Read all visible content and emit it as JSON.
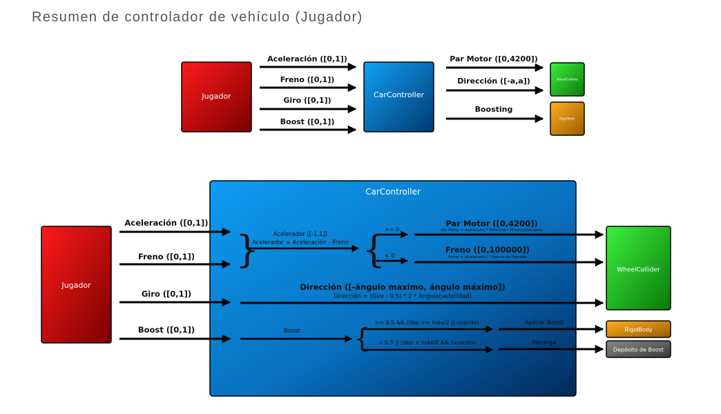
{
  "title": "Resumen de controlador de vehículo (Jugador)",
  "top": {
    "player": "Jugador",
    "controller": "CarController",
    "wheel": "WheelCollider",
    "rigid": "RigidBody",
    "inputs": [
      "Aceleración ([0,1])",
      "Freno ([0,1])",
      "Giro ([0,1])",
      "Boost ([0,1])"
    ],
    "outputs": [
      "Par Motor ([0,4200])",
      "Dirección ([-a,a])",
      "Boosting"
    ]
  },
  "bottom": {
    "controller_title": "CarController",
    "player": "Jugador",
    "inputs": [
      "Aceleración ([0,1])",
      "Freno ([0,1])",
      "Giro ([0,1])",
      "Boost ([0,1])"
    ],
    "accel_label": "Acelerador ([-1,1])",
    "accel_formula": "Acelerador = Aceleración - Freno",
    "cond_pos": ">= 0",
    "cond_neg": "< 0",
    "par_motor": "Par Motor ([0,4200])",
    "par_formula": "Par Motor = Acelerador * Potencia * Motor(velocidad)",
    "freno": "Freno ([0,100000])",
    "freno_formula": "Freno = |Acelerador| * Fuerza de Frenado",
    "direccion": "Dirección ([-ángulo maximo, ángulo máximo])",
    "direccion_formula": "Dirección = (Giro - 0.5) * 2 * Ángulo(velocidad)",
    "boost": "Boost",
    "cond_boost_on": ">= 0.5 && (dep >= máx/2 || usando)",
    "cond_boost_off": "< 0.5 || (dep < máx/2 && !usando)",
    "aplicar_boost": "Aplicar Boost",
    "recarga": "Recarga",
    "wheel": "WheelCollider",
    "rigid": "RigidBody",
    "deposito": "Depósito de Boost"
  },
  "colors": {
    "red": "#e00000",
    "blue": "#0a8ee6",
    "green": "#22d022",
    "orange": "#f0a010",
    "gray": "#6b6b6b"
  }
}
